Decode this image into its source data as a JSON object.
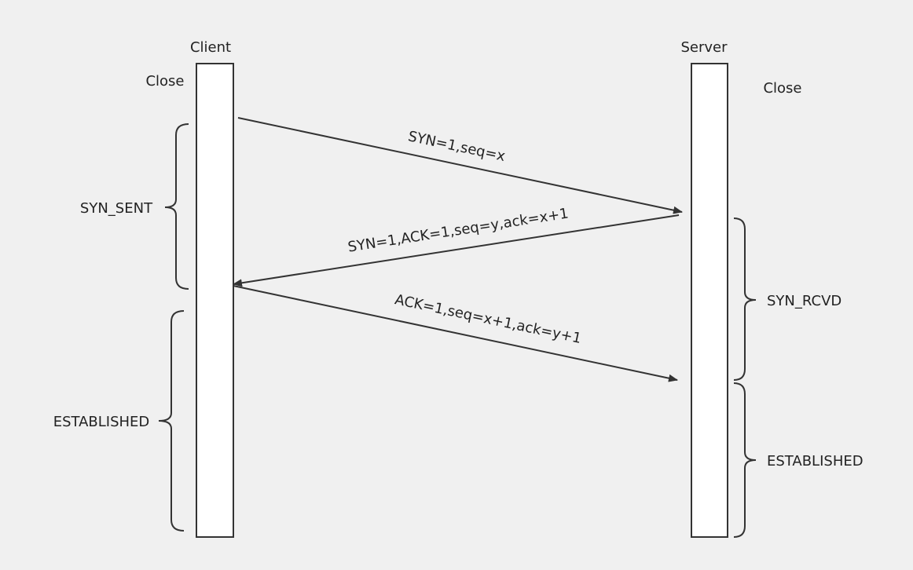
{
  "diagram": {
    "client": {
      "label": "Client",
      "initial_state": "Close",
      "states": [
        "SYN_SENT",
        "ESTABLISHED"
      ]
    },
    "server": {
      "label": "Server",
      "initial_state": "Close",
      "states": [
        "SYN_RCVD",
        "ESTABLISHED"
      ]
    },
    "messages": [
      {
        "from": "Client",
        "to": "Server",
        "label": "SYN=1,seq=x"
      },
      {
        "from": "Server",
        "to": "Client",
        "label": "SYN=1,ACK=1,seq=y,ack=x+1"
      },
      {
        "from": "Client",
        "to": "Server",
        "label": "ACK=1,seq=x+1,ack=y+1"
      }
    ],
    "colors": {
      "background": "#f0f0f0",
      "lifeline_fill": "#ffffff",
      "stroke": "#333333"
    }
  }
}
